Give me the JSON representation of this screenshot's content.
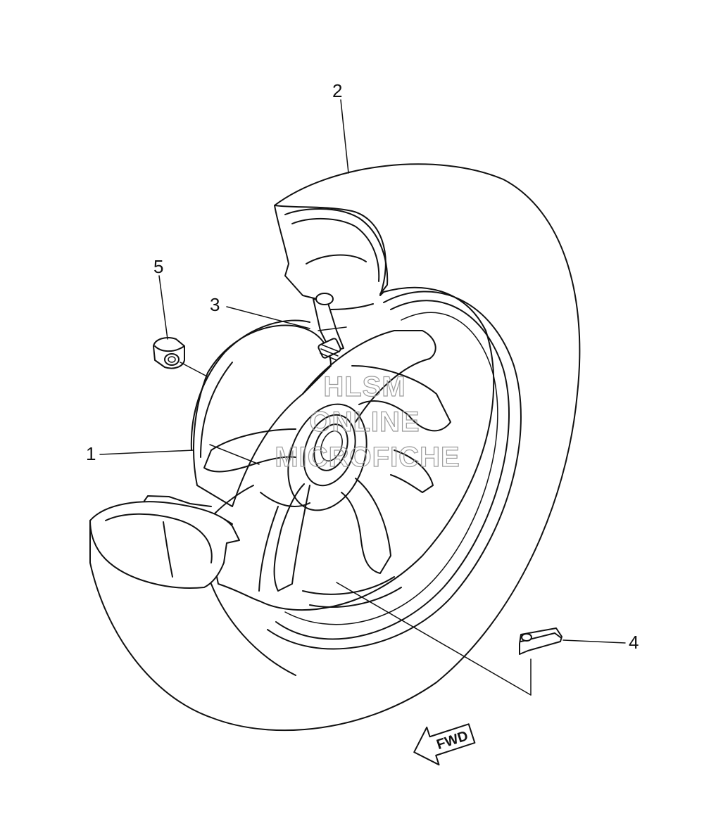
{
  "callouts": [
    {
      "id": "part-1",
      "label": "1"
    },
    {
      "id": "part-2",
      "label": "2"
    },
    {
      "id": "part-3",
      "label": "3"
    },
    {
      "id": "part-4",
      "label": "4"
    },
    {
      "id": "part-5",
      "label": "5"
    }
  ],
  "direction_arrow": {
    "label": "FWD"
  },
  "watermark": {
    "lines": [
      "HLSM",
      "ONLINE",
      "MICROFICHE"
    ]
  }
}
